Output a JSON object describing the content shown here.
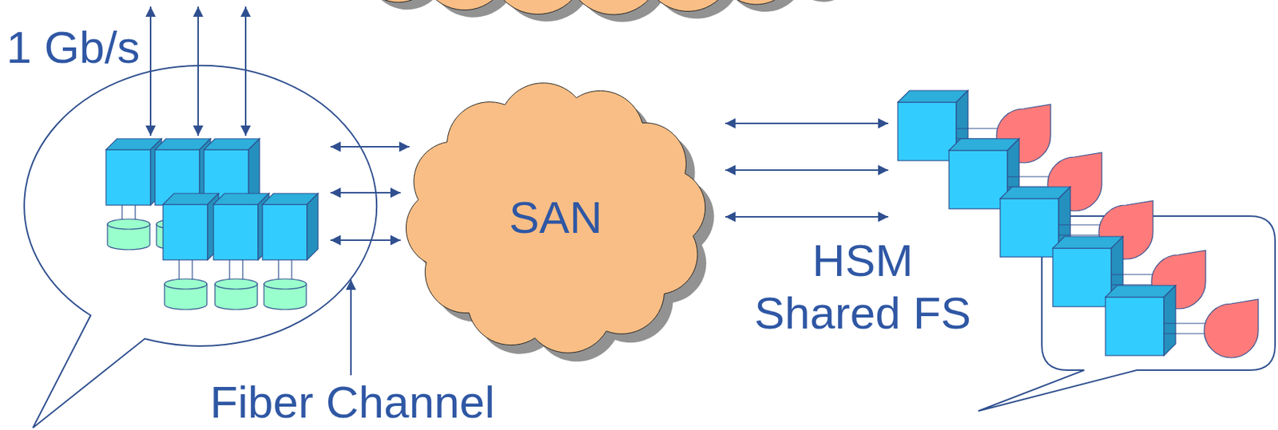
{
  "diagram": {
    "nodes": [
      {
        "text": [
          "SAN"
        ]
      }
    ],
    "labels": [
      "1 Gb/s",
      "HSM",
      "Shared FS",
      "Fiber Channel"
    ]
  }
}
